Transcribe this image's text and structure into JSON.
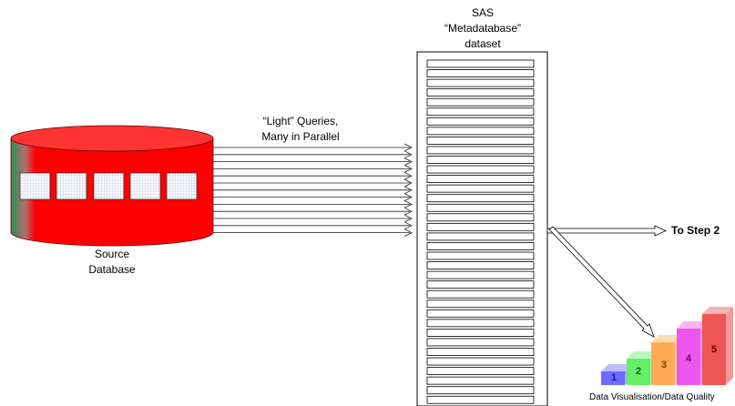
{
  "dataset": {
    "title_line1": "SAS",
    "title_line2": "“Metadatabase”",
    "title_line3": "dataset"
  },
  "queries": {
    "line1": "“Light” Queries,",
    "line2": "Many in Parallel"
  },
  "source": {
    "line1": "Source",
    "line2": "Database"
  },
  "next_step": {
    "label": "To Step 2"
  },
  "maturity": {
    "caption": "Data Visualisation/Data Quality",
    "steps": [
      "1",
      "2",
      "3",
      "4",
      "5"
    ]
  },
  "colors": {
    "database_red": "#ff0000",
    "database_top": "#ff6666",
    "step_1": "#6b6bff",
    "step_2": "#66ee66",
    "step_3": "#ffaa55",
    "step_4": "#ee55ee",
    "step_5": "#ee5555"
  }
}
